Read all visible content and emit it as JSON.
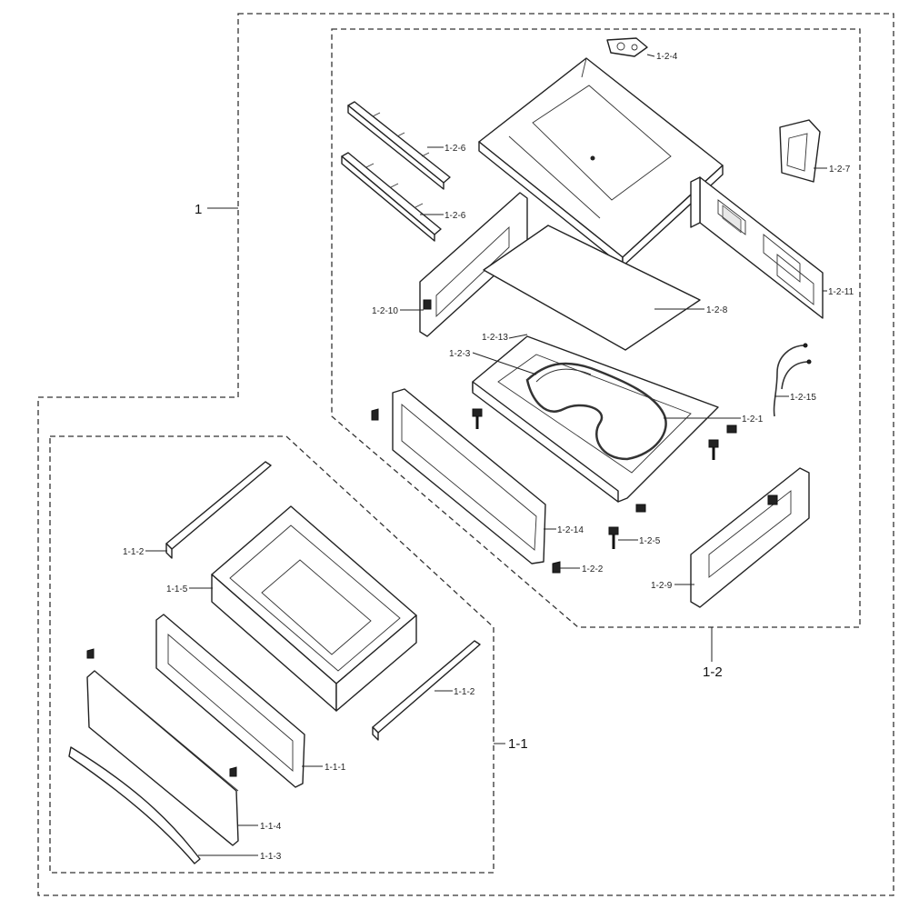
{
  "diagram": {
    "groups": {
      "g1": "1",
      "g11": "1-1",
      "g12": "1-2"
    },
    "parts": {
      "p1_2_4": "1-2-4",
      "p1_2_6a": "1-2-6",
      "p1_2_6b": "1-2-6",
      "p1_2_7": "1-2-7",
      "p1_2_11": "1-2-11",
      "p1_2_10": "1-2-10",
      "p1_2_8": "1-2-8",
      "p1_2_13": "1-2-13",
      "p1_2_3": "1-2-3",
      "p1_2_15": "1-2-15",
      "p1_2_1": "1-2-1",
      "p1_2_14": "1-2-14",
      "p1_2_5": "1-2-5",
      "p1_2_2": "1-2-2",
      "p1_2_9": "1-2-9",
      "p1_1_2a": "1-1-2",
      "p1_1_5": "1-1-5",
      "p1_1_2b": "1-1-2",
      "p1_1_1": "1-1-1",
      "p1_1_4": "1-1-4",
      "p1_1_3": "1-1-3"
    }
  }
}
